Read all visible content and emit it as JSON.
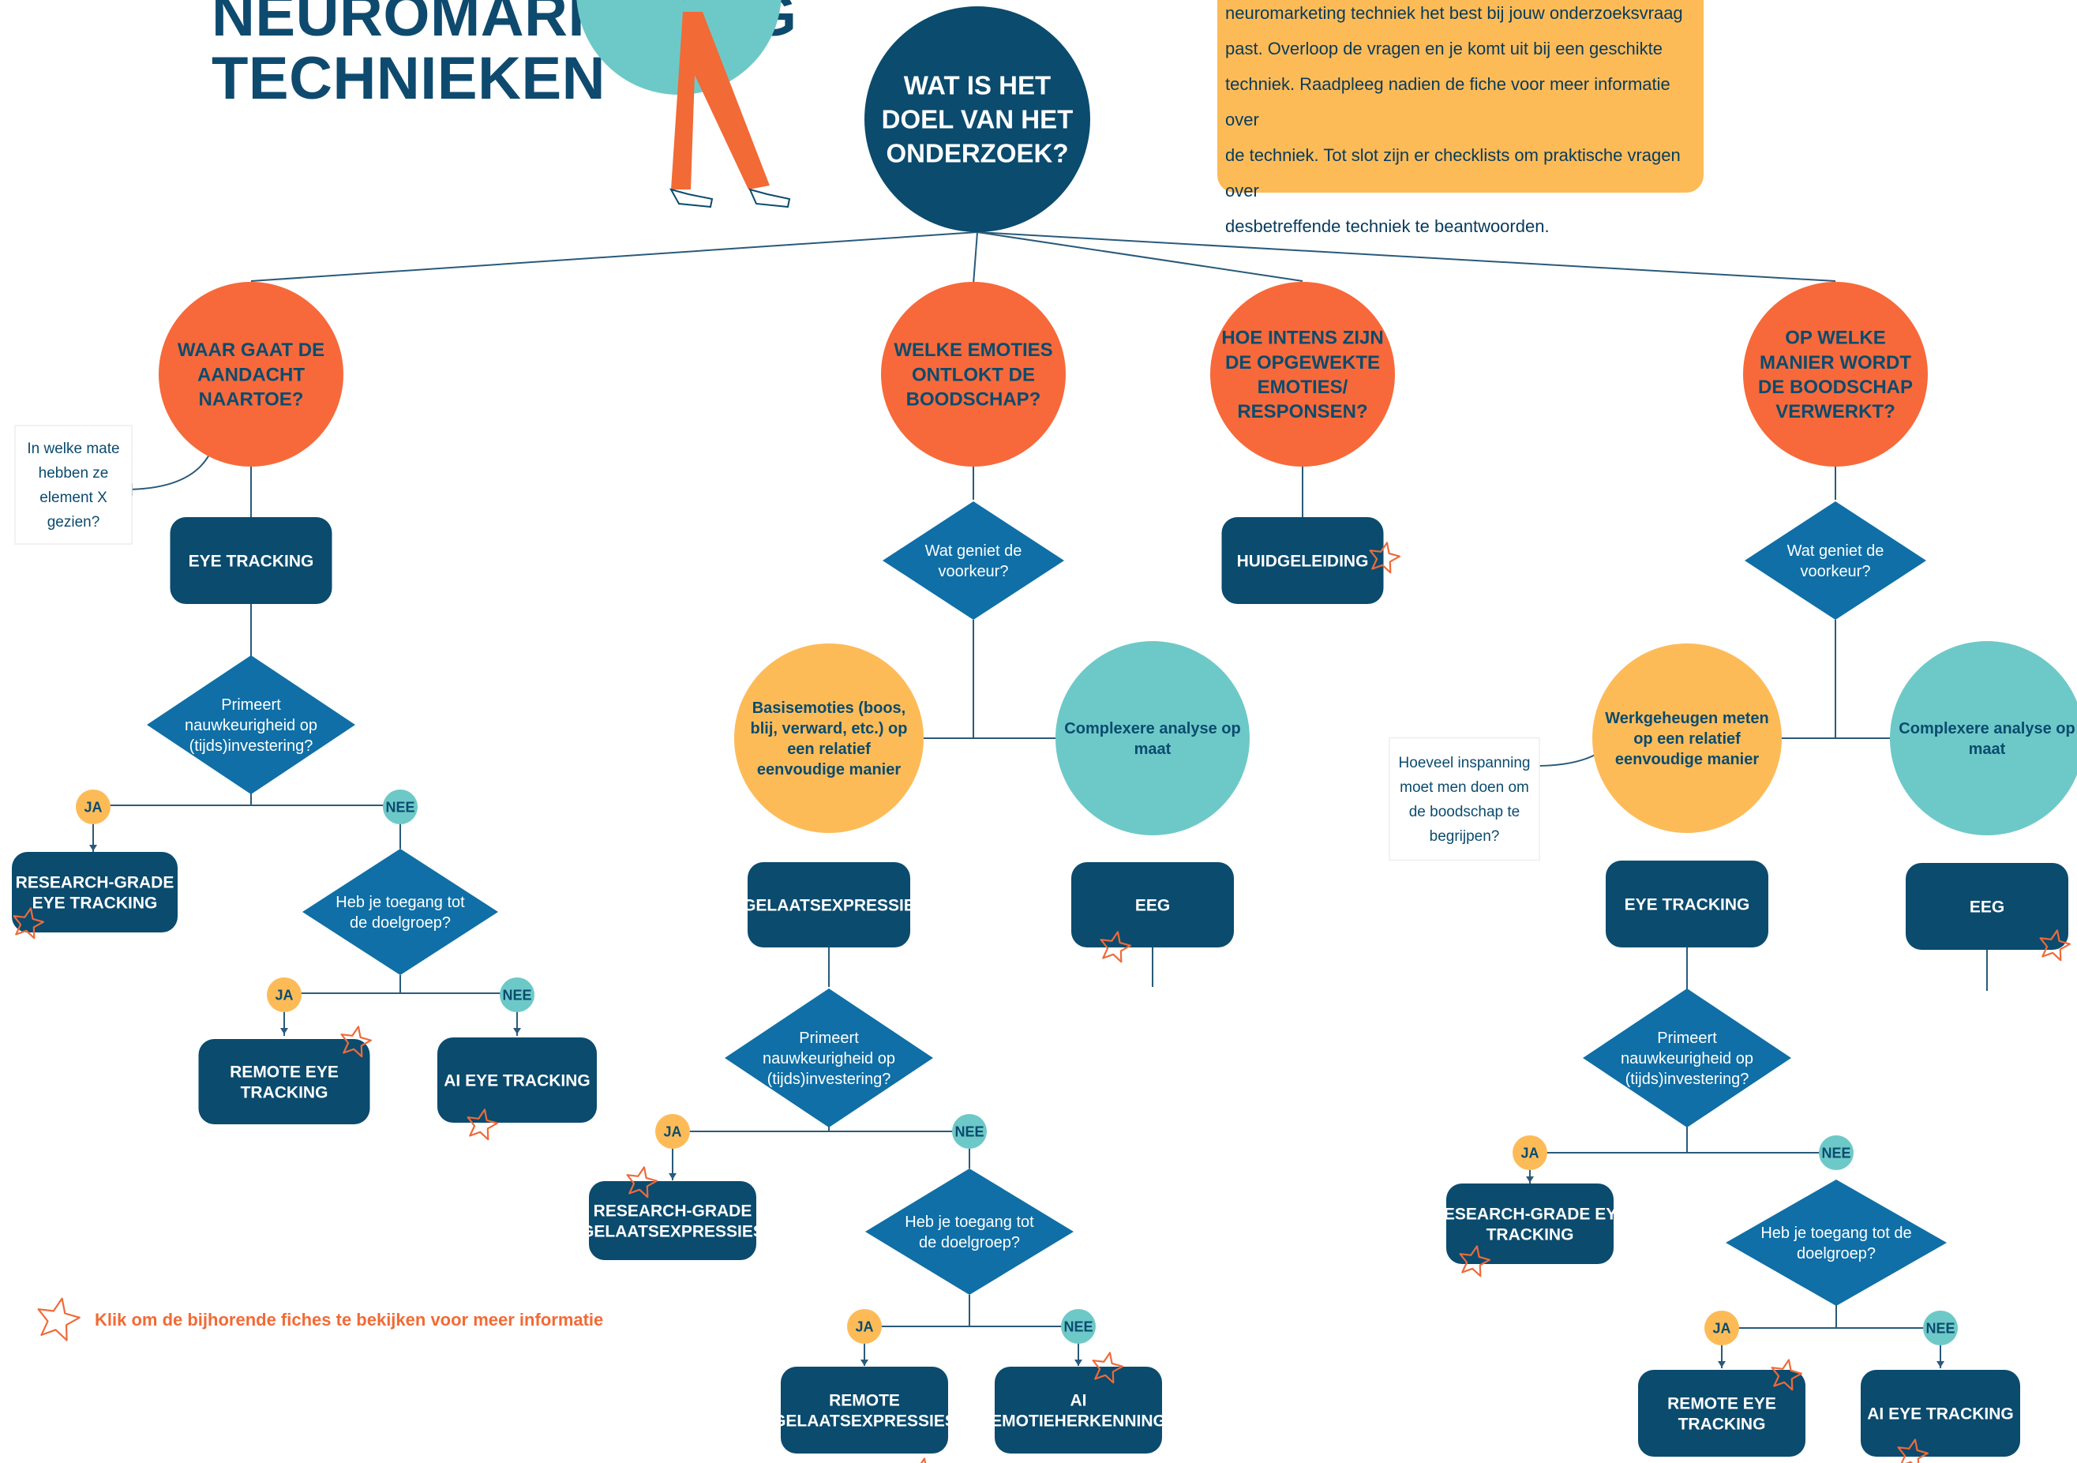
{
  "header": {
    "title": "NEUROMARKETING\nTECHNIEKEN",
    "intro_lines": [
      "neuromarketing techniek het best bij jouw onderzoeksvraag",
      "past. Overloop de vragen en je komt uit bij een geschikte",
      "techniek. Raadpleeg nadien de fiche voor meer informatie over",
      "de techniek. Tot slot zijn er checklists om praktische vragen over",
      "desbetreffende techniek te beantwoorden."
    ]
  },
  "root": {
    "text": [
      "WAT IS HET",
      "DOEL VAN HET",
      "ONDERZOEK?"
    ]
  },
  "questions": {
    "attention": [
      "WAAR GAAT DE",
      "AANDACHT",
      "NAARTOE?"
    ],
    "emotions": [
      "WELKE EMOTIES",
      "ONTLOKT DE",
      "BOODSCHAP?"
    ],
    "intensity": [
      "HOE INTENS ZIJN",
      "DE OPGEWEKTE",
      "EMOTIES/",
      "RESPONSEN?"
    ],
    "processing": [
      "OP WELKE",
      "MANIER WORDT",
      "DE BOODSCHAP",
      "VERWERKT?"
    ]
  },
  "notes": {
    "attention": [
      "In welke mate",
      "hebben ze",
      "element X",
      "gezien?"
    ],
    "processing": [
      "Hoeveel inspanning",
      "moet men doen om",
      "de boodschap te",
      "begrijpen?"
    ]
  },
  "diamonds": {
    "accuracy": [
      "Primeert",
      "nauwkeurigheid op",
      "(tijds)investering?"
    ],
    "access_1": [
      "Heb je toegang tot",
      "de doelgroep?"
    ],
    "access_2": [
      "Heb je toegang tot",
      "de doelgroep?"
    ],
    "access_3": [
      "Heb je toegang tot de",
      "doelgroep?"
    ],
    "preference": [
      "Wat geniet de",
      "voorkeur?"
    ]
  },
  "options": {
    "basic_emotions": [
      "Basisemoties (boos,",
      "blij, verward, etc.) op",
      "een relatief",
      "eenvoudige manier"
    ],
    "complex_analysis": [
      "Complexere analyse op",
      "maat"
    ],
    "working_memory": [
      "Werkgeheugen meten",
      "op een relatief",
      "eenvoudige manier"
    ]
  },
  "techniques": {
    "eye_tracking": "EYE TRACKING",
    "research_grade_eye": [
      "RESEARCH-GRADE",
      "EYE TRACKING"
    ],
    "research_grade_eye_single": [
      "RESEARCH-GRADE EYE",
      "TRACKING"
    ],
    "remote_eye": [
      "REMOTE EYE",
      "TRACKING"
    ],
    "ai_eye": "AI EYE TRACKING",
    "facial": "GELAATSEXPRESSIE",
    "eeg": "EEG",
    "skin": "HUIDGELEIDING",
    "research_grade_facial": [
      "RESEARCH-GRADE",
      "GELAATSEXPRESSIES"
    ],
    "remote_facial": [
      "REMOTE",
      "GELAATSEXPRESSIES"
    ],
    "ai_emotion": [
      "AI",
      "EMOTIEHERKENNING"
    ]
  },
  "answers": {
    "yes": "JA",
    "no": "NEE"
  },
  "legend": {
    "text": "Klik om de bijhorende fiches te bekijken voor meer informatie"
  },
  "colors": {
    "navy": "#0a4b6e",
    "orange": "#f7693a",
    "teal": "#6dc9c8",
    "yellow": "#fdbb58",
    "diamond": "#0f6fa6",
    "line": "#2a5a7a",
    "star": "#ef6a3a"
  }
}
